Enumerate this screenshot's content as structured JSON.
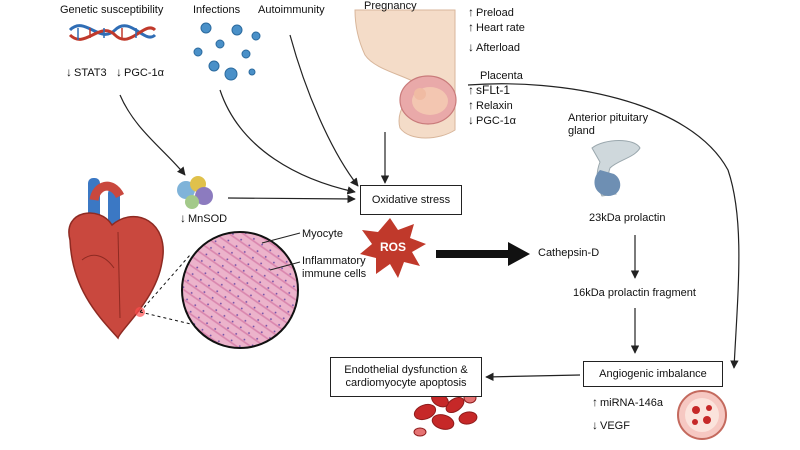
{
  "top": {
    "genetic_label": "Genetic susceptibility",
    "infections_label": "Infections",
    "autoimmunity_label": "Autoimmunity",
    "pregnancy_label": "Pregnancy",
    "stat3": "STAT3",
    "pgc": "PGC-1α"
  },
  "pregnancy_changes": {
    "preload": "Preload",
    "heart_rate": "Heart rate",
    "afterload": "Afterload"
  },
  "placenta": {
    "title": "Placenta",
    "sflt": "sFLt-1",
    "relaxin": "Relaxin",
    "pgc": "PGC-1α"
  },
  "nodes": {
    "mnsod": "MnSOD",
    "oxidative_stress": "Oxidative stress",
    "ros": "ROS",
    "cathepsin": "Cathepsin-D",
    "myocyte": "Myocyte",
    "inflammatory": "Inflammatory\nimmune cells",
    "anterior_pituitary": "Anterior pituitary\ngland",
    "prolactin_23": "23kDa prolactin",
    "prolactin_16": "16kDa prolactin fragment",
    "angiogenic": "Angiogenic imbalance",
    "endothelial": "Endothelial dysfunction &\ncardiomyocyte apoptosis",
    "mirna": "miRNA-146a",
    "vegf": "VEGF"
  },
  "colors": {
    "ros_fill": "#c0392b",
    "dna_blue": "#2f6db5",
    "dna_red": "#c0392b",
    "virus_blue": "#4a90c8",
    "heart_red": "#c9483e",
    "vessel_blue": "#3b78c4",
    "tissue_pink": "#e7a6c2",
    "rbc_red": "#c62828",
    "skin": "#f4dcc8"
  }
}
